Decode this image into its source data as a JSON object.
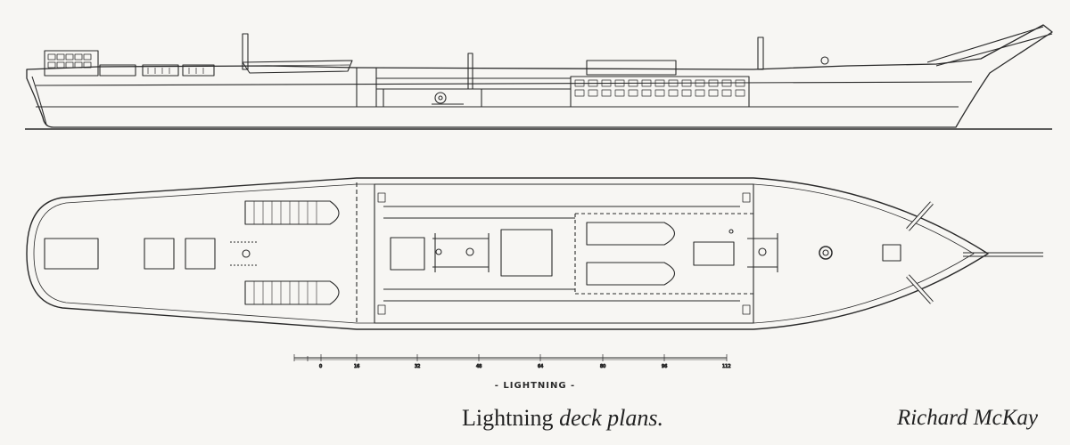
{
  "ship_label": "- LIGHTNING -",
  "caption": {
    "name": "Lightning",
    "italic": "deck plans."
  },
  "credit": "Richard McKay",
  "scale": {
    "ticks": [
      "0",
      "16",
      "32",
      "48",
      "64",
      "80",
      "96",
      "112"
    ]
  },
  "colors": {
    "ink": "#2a2a2a",
    "paper": "#f7f6f3"
  }
}
